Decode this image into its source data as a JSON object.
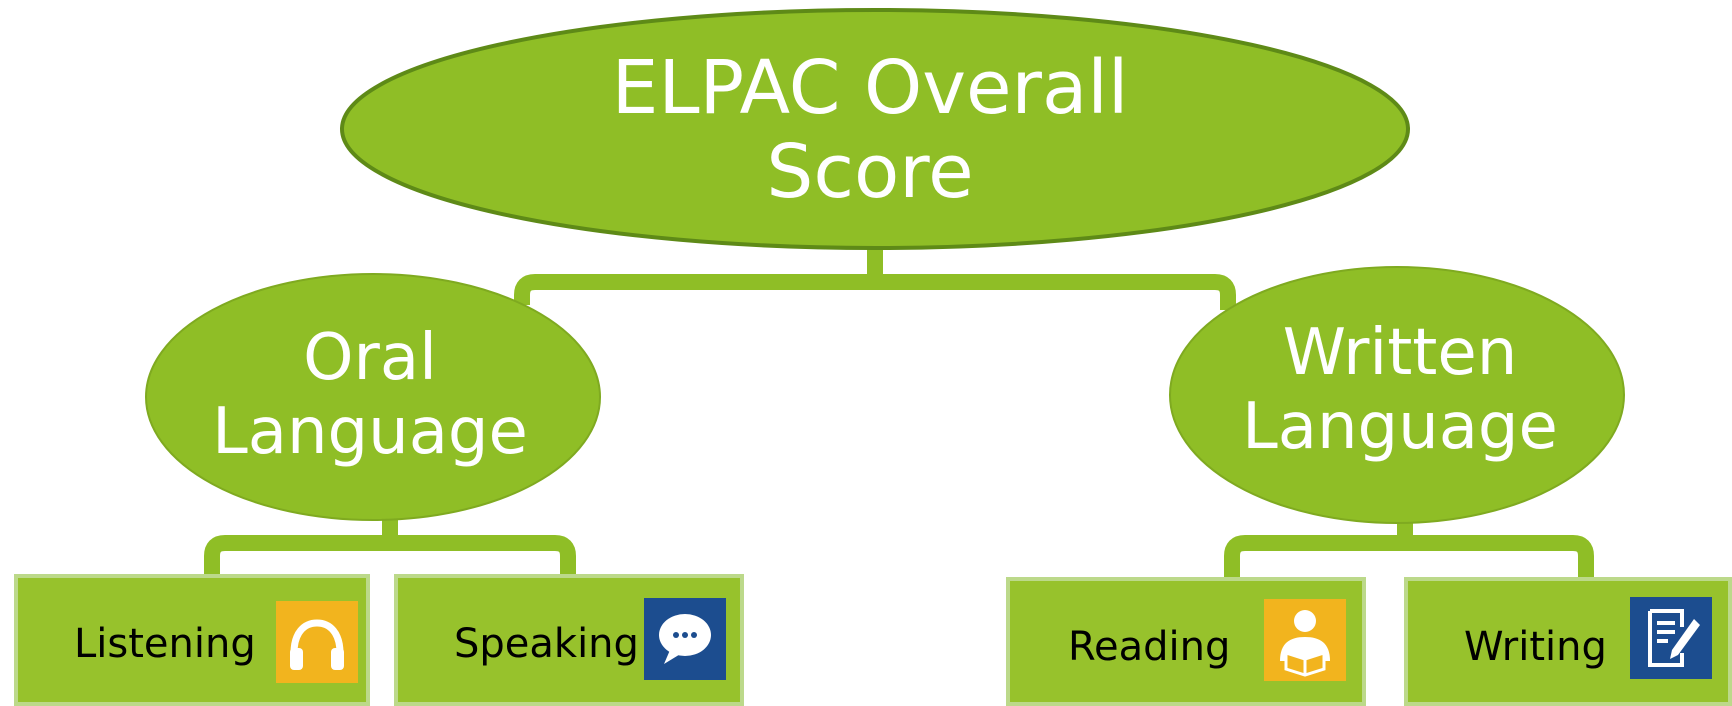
{
  "diagram": {
    "root": {
      "label": "ELPAC Overall\nScore"
    },
    "oral": {
      "label": "Oral\nLanguage"
    },
    "written": {
      "label": "Written\nLanguage"
    },
    "skills": {
      "listening": {
        "label": "Listening",
        "icon": "headphones-icon"
      },
      "speaking": {
        "label": "Speaking",
        "icon": "speech-bubble-icon"
      },
      "reading": {
        "label": "Reading",
        "icon": "reader-icon"
      },
      "writing": {
        "label": "Writing",
        "icon": "document-pen-icon"
      }
    }
  },
  "colors": {
    "node_fill": "#8fbe26",
    "node_stroke": "#5e8a17",
    "connector": "#8fbe26",
    "box_fill": "#97c22c",
    "box_border": "#bcd98a",
    "orange_tile": "#f2b41e",
    "blue_tile": "#1c4d8f"
  }
}
